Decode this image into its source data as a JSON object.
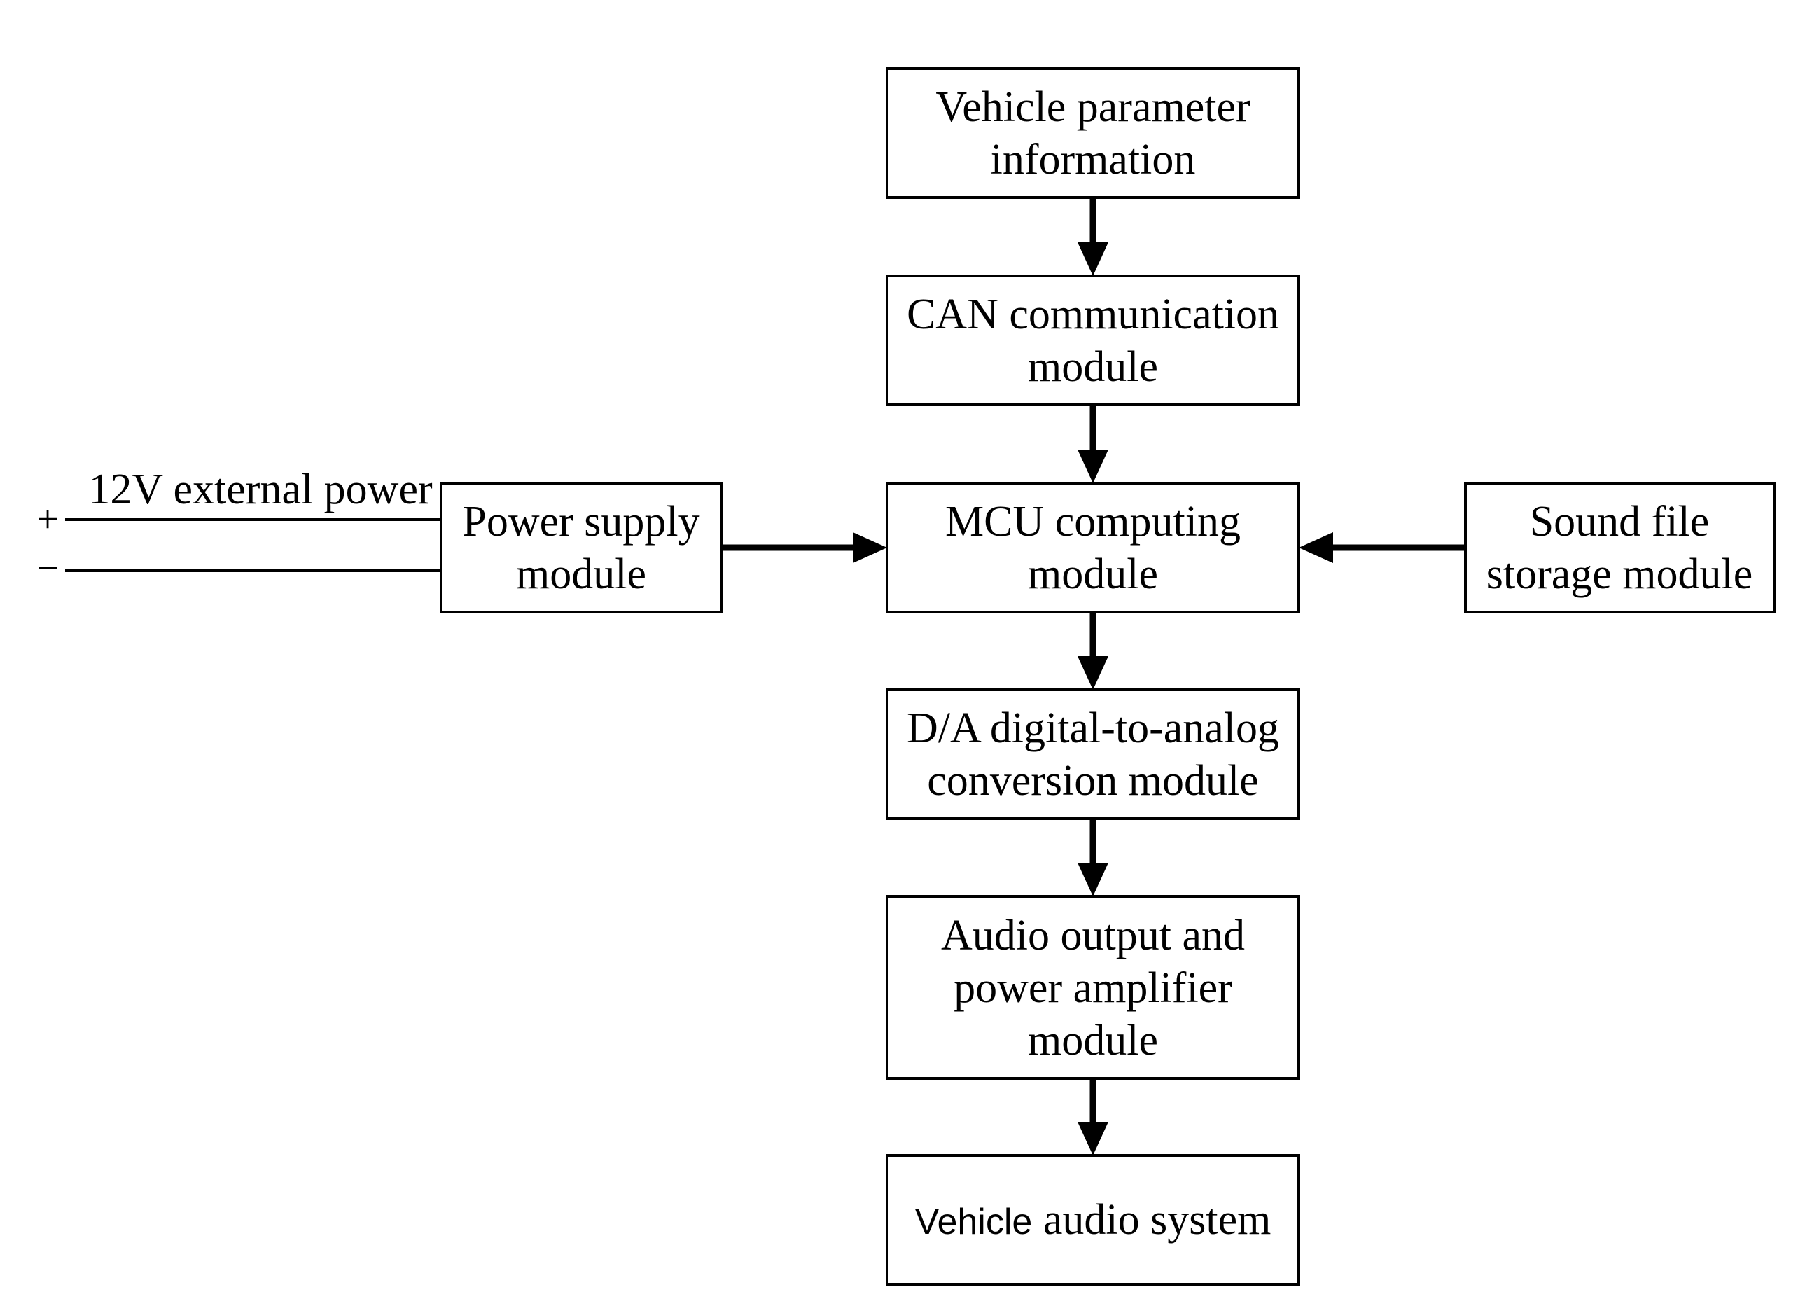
{
  "blocks": {
    "vehicle_parameter": {
      "line1": "Vehicle parameter",
      "line2": "information"
    },
    "can_module": {
      "line1": "CAN communication",
      "line2": "module"
    },
    "mcu_module": {
      "line1": "MCU computing",
      "line2": "module"
    },
    "da_module": {
      "line1": "D/A digital-to-analog",
      "line2": "conversion module"
    },
    "audio_output": {
      "line1": "Audio output and",
      "line2": "power amplifier",
      "line3": "module"
    },
    "vehicle_audio": {
      "word1": "Vehicle",
      "word2": " audio system"
    },
    "power_supply": {
      "line1": "Power supply",
      "line2": "module"
    },
    "sound_storage": {
      "line1": "Sound file",
      "line2": "storage module"
    }
  },
  "power_input": {
    "label": "12V external power",
    "plus": "+",
    "minus": "−"
  },
  "colors": {
    "stroke": "#000000",
    "background": "#ffffff"
  }
}
